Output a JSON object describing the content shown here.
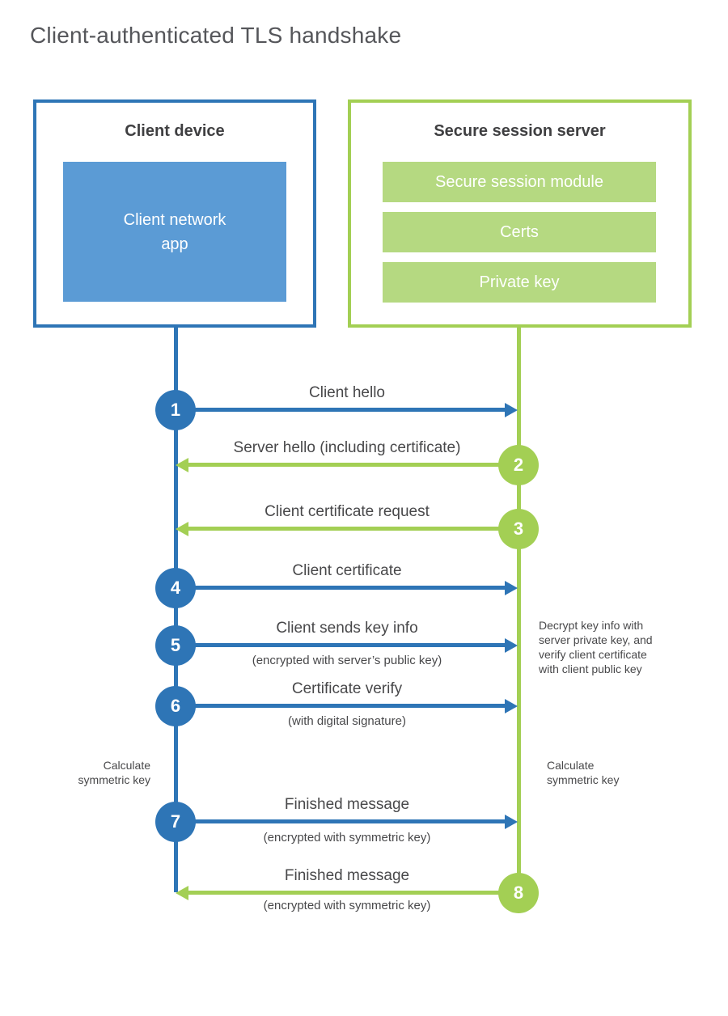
{
  "title": "Client-authenticated TLS handshake",
  "colors": {
    "client_accent": "#2e75b6",
    "client_fill": "#5b9bd5",
    "server_accent": "#a3cf54",
    "server_fill": "#b5d981",
    "text_dark": "#3f3f41",
    "text_gray": "#48484a"
  },
  "client": {
    "title": "Client device",
    "app_label": "Client network\napp"
  },
  "server": {
    "title": "Secure session server",
    "modules": [
      "Secure session module",
      "Certs",
      "Private key"
    ]
  },
  "steps": [
    {
      "number": "1",
      "from": "client",
      "label": "Client hello"
    },
    {
      "number": "2",
      "from": "server",
      "label": "Server hello (including certificate)"
    },
    {
      "number": "3",
      "from": "server",
      "label": "Client certificate request"
    },
    {
      "number": "4",
      "from": "client",
      "label": "Client certificate"
    },
    {
      "number": "5",
      "from": "client",
      "label": "Client sends key info",
      "sublabel": "(encrypted with server’s public key)"
    },
    {
      "number": "6",
      "from": "client",
      "label": "Certificate verify",
      "sublabel": "(with digital signature)"
    },
    {
      "number": "7",
      "from": "client",
      "label": "Finished message",
      "sublabel": "(encrypted with symmetric key)"
    },
    {
      "number": "8",
      "from": "server",
      "label": "Finished message",
      "sublabel": "(encrypted with symmetric key)"
    }
  ],
  "annotations": {
    "decrypt_note": "Decrypt key info with\nserver private key, and\nverify client certificate\nwith client public key",
    "calc_client": "Calculate\nsymmetric key",
    "calc_server": "Calculate\nsymmetric key"
  }
}
